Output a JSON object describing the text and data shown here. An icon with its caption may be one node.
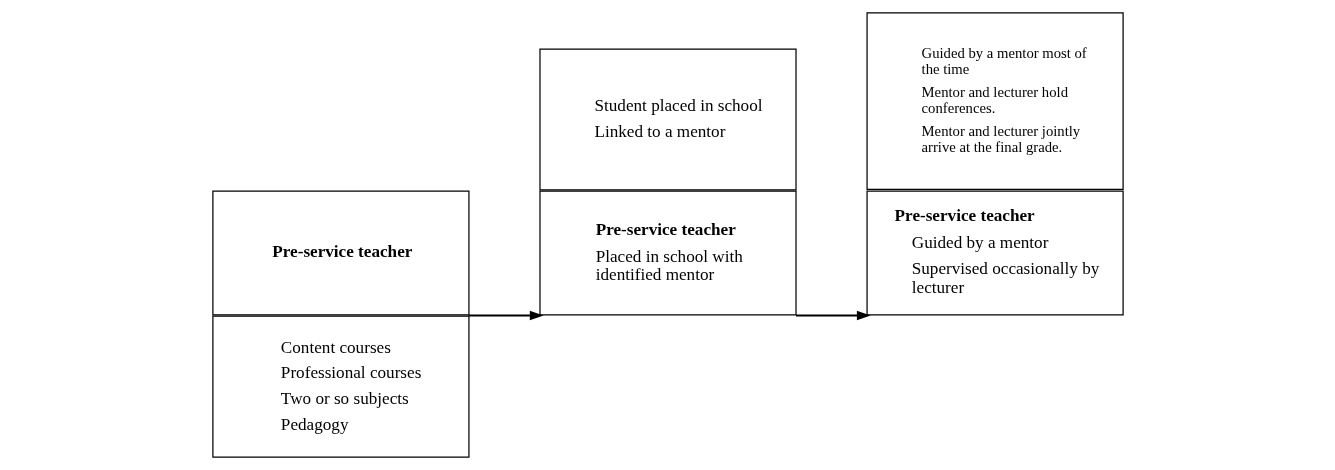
{
  "diagram": {
    "nodes": [
      {
        "text": [
          "Pre-service teacher"
        ]
      },
      {
        "text": [
          "Content courses",
          "Professional courses",
          "Two or so subjects",
          "Pedagogy"
        ]
      },
      {
        "text": [
          "Pre-service teacher",
          "Placed in school with identified mentor"
        ]
      },
      {
        "text": [
          "Student placed in school",
          "Linked to a mentor"
        ]
      },
      {
        "text": [
          "Pre-service teacher",
          "Guided by a mentor",
          "Supervised occasionally by lecturer"
        ]
      },
      {
        "text": [
          "Guided by a mentor most of the time",
          "Mentor and lecturer hold conferences.",
          "Mentor and lecturer jointly arrive at the final grade."
        ]
      }
    ],
    "edges": [
      {
        "from": 0,
        "to": 2,
        "arrow": "to"
      },
      {
        "from": 2,
        "to": 4,
        "arrow": "to"
      }
    ]
  }
}
